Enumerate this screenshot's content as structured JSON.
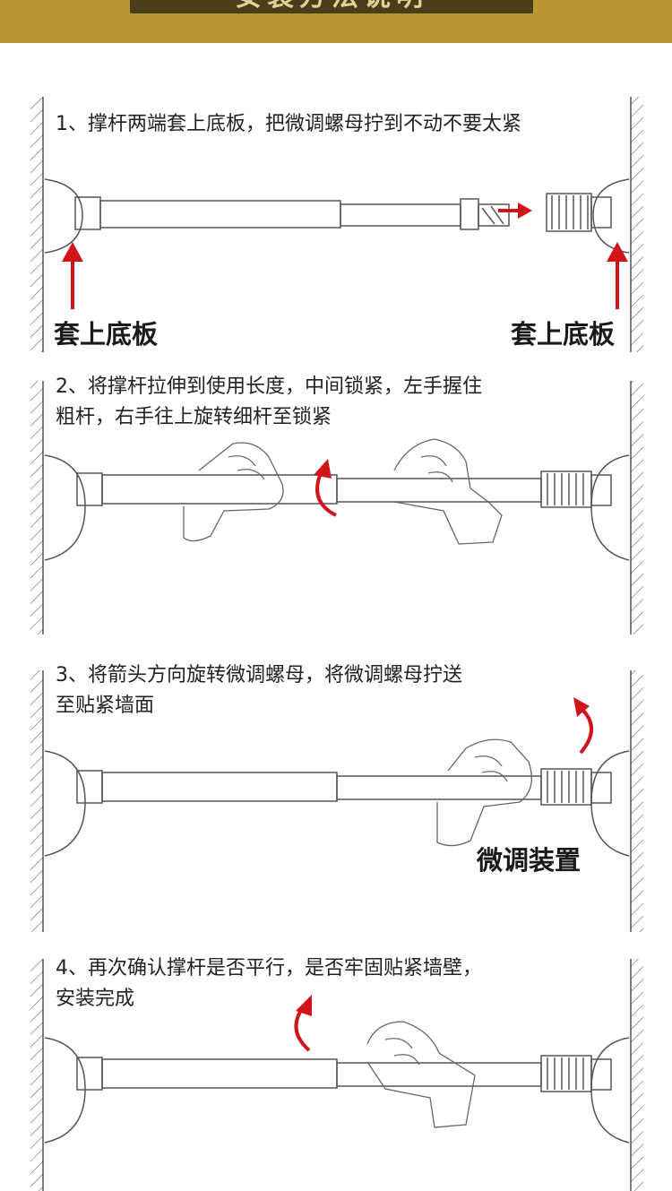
{
  "banner": {
    "title": "安装方法说明"
  },
  "steps": [
    {
      "number": "1",
      "text": "1、撑杆两端套上底板，把微调螺母拧到不动不要太紧",
      "label_left": "套上底板",
      "label_right": "套上底板"
    },
    {
      "number": "2",
      "text_line1": "2、将撑杆拉伸到使用长度，中间锁紧，左手握住",
      "text_line2": "粗杆，右手往上旋转细杆至锁紧"
    },
    {
      "number": "3",
      "text_line1": "3、将箭头方向旋转微调螺母，将微调螺母拧送",
      "text_line2": "至贴紧墙面",
      "label": "微调装置"
    },
    {
      "number": "4",
      "text_line1": "4、再次确认撑杆是否平行，是否牢固贴紧墙壁，",
      "text_line2": "安装完成"
    }
  ],
  "colors": {
    "banner": "#b9962f",
    "arrow": "#d0141a",
    "line": "#555555"
  }
}
